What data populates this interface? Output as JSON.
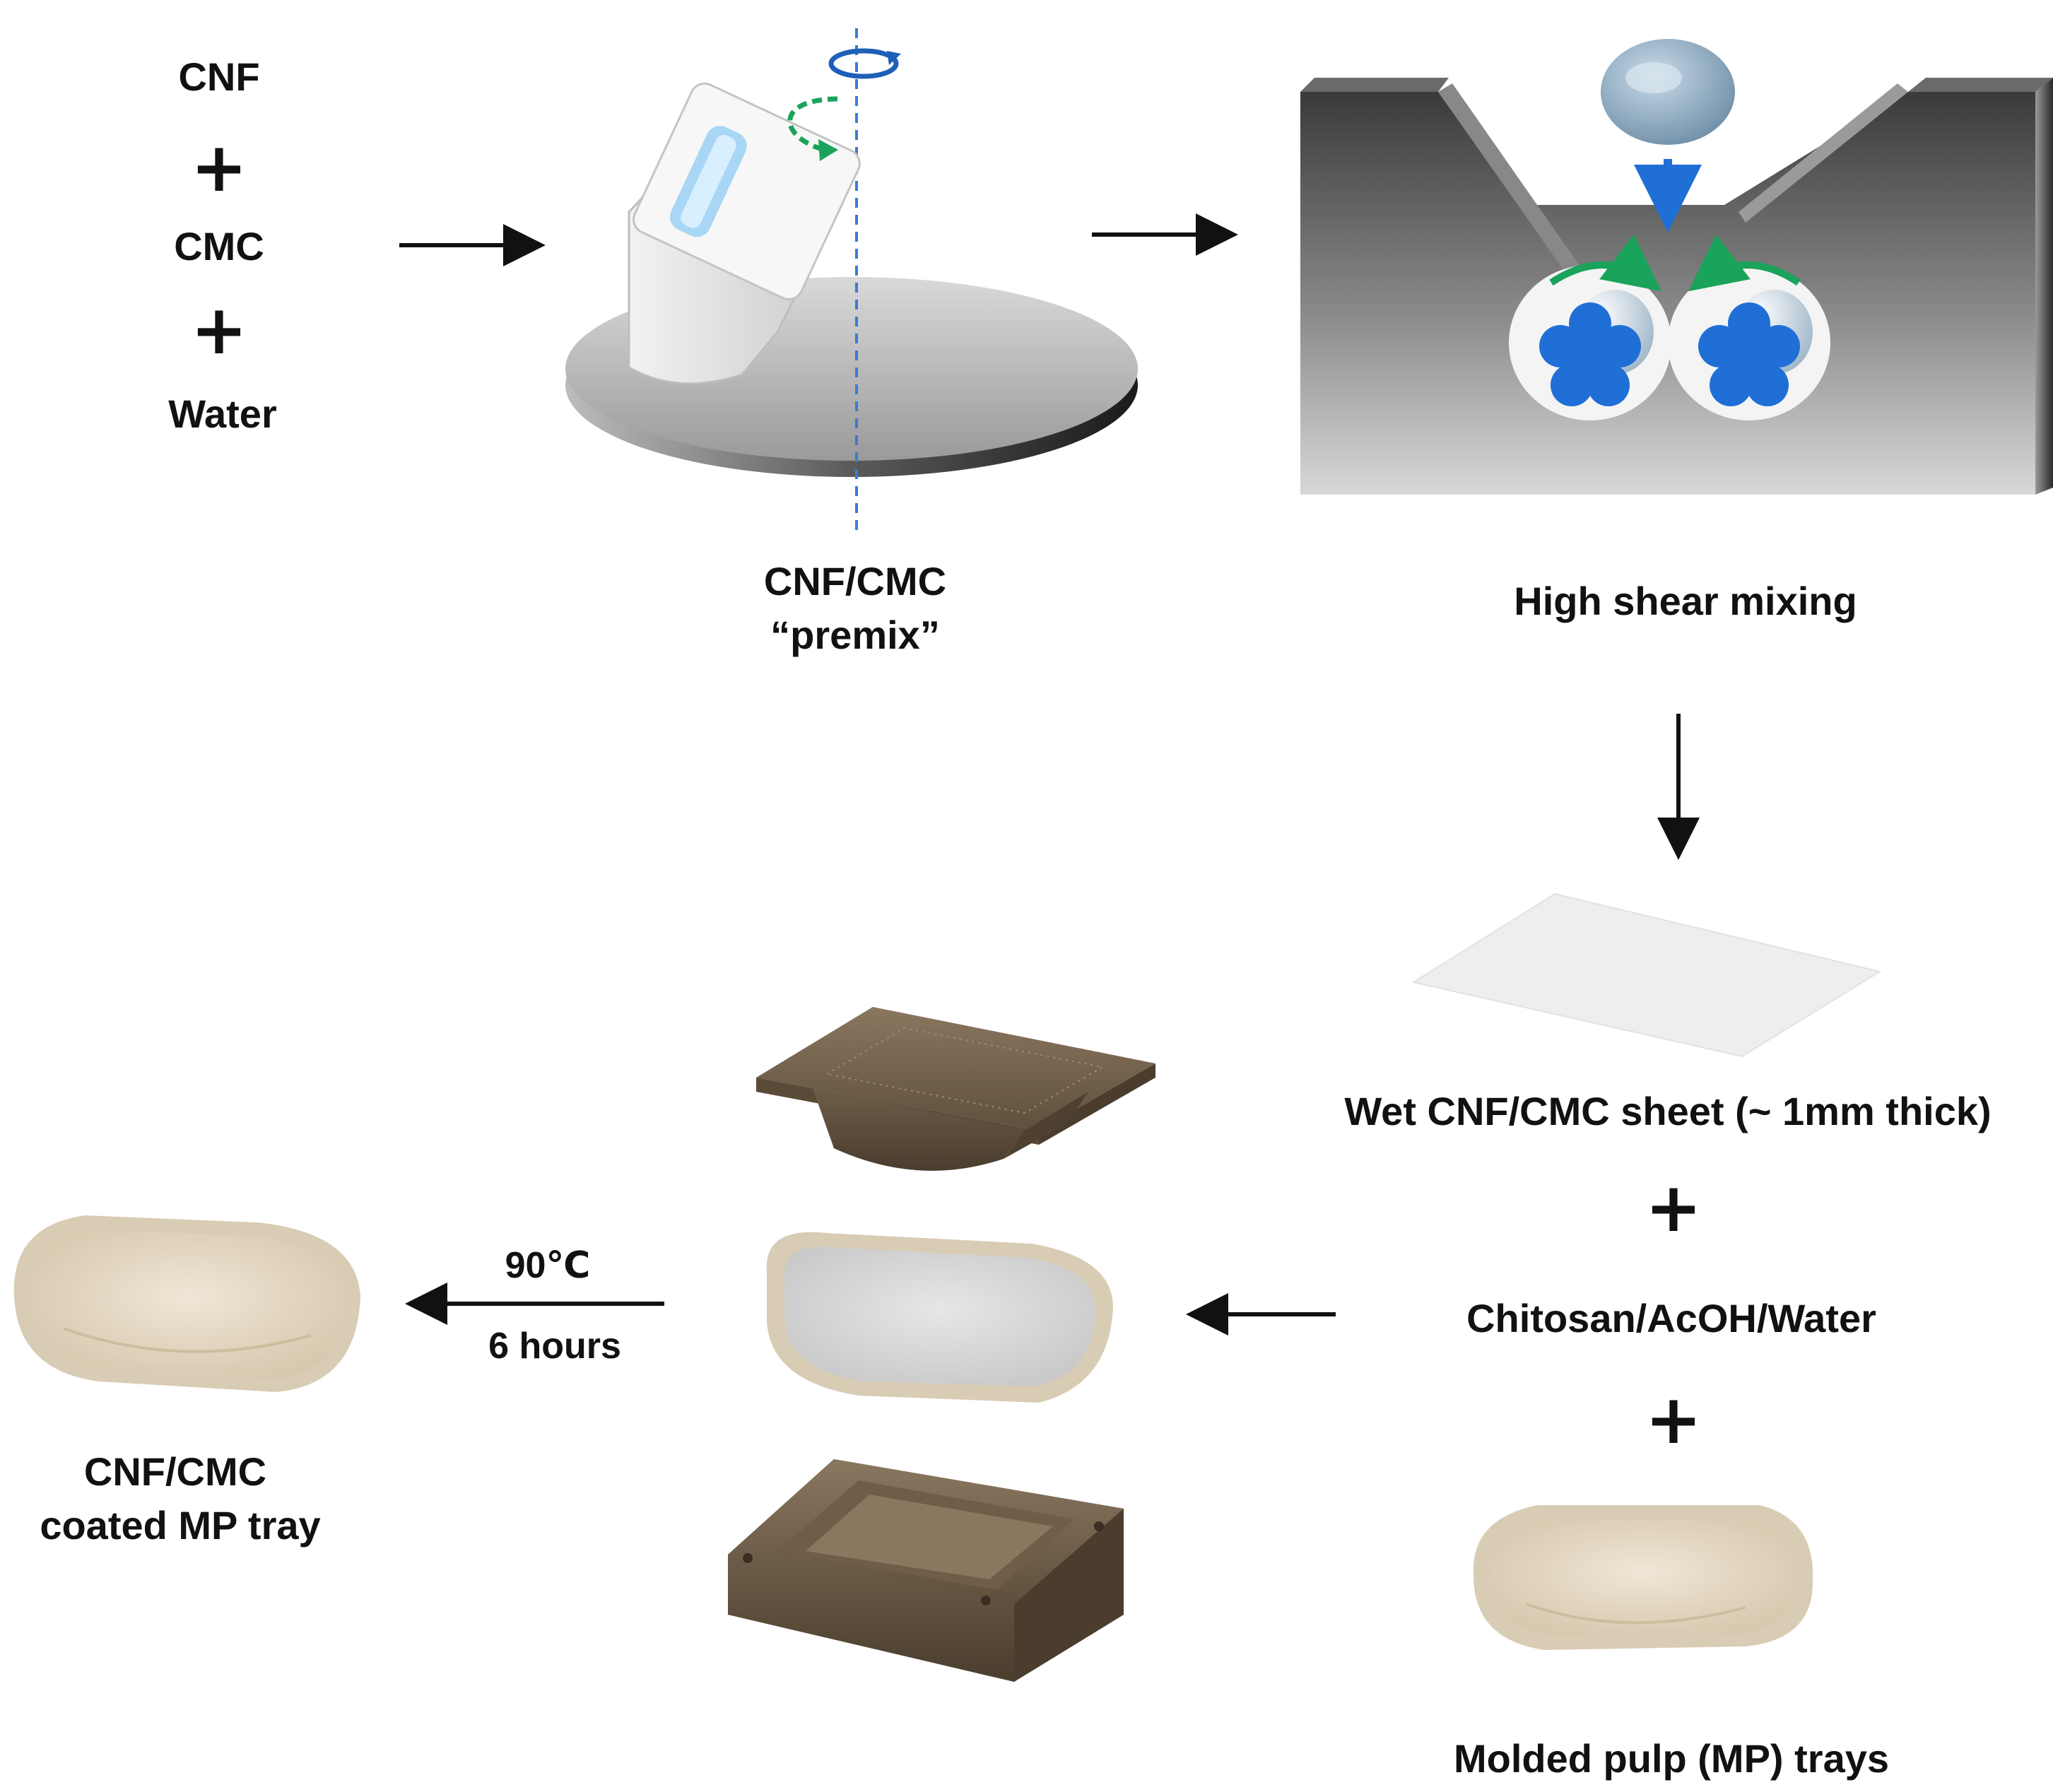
{
  "ingredients": {
    "item1": "CNF",
    "plus1": "+",
    "item2": "CMC",
    "plus2": "+",
    "item3": "Water"
  },
  "premix": {
    "line1": "CNF/CMC",
    "line2": "“premix”"
  },
  "mixing": {
    "label": "High shear mixing"
  },
  "sheet": {
    "label": "Wet CNF/CMC sheet (~ 1mm thick)"
  },
  "additions": {
    "plus1": "+",
    "solution": "Chitosan/AcOH/Water",
    "plus2": "+",
    "trays": "Molded pulp (MP) trays"
  },
  "drying": {
    "temperature": "90℃",
    "duration": "6 hours"
  },
  "result": {
    "line1": "CNF/CMC",
    "line2": "coated MP tray"
  },
  "colors": {
    "arrow": "#111111",
    "rotation_blue": "#1f5fb8",
    "rotation_green": "#1aa35a",
    "mold": "#6b5a45",
    "tray": "#e6dccb",
    "mixer_gray": "#5a5a5a",
    "rotor_blue": "#1f6fd6"
  }
}
